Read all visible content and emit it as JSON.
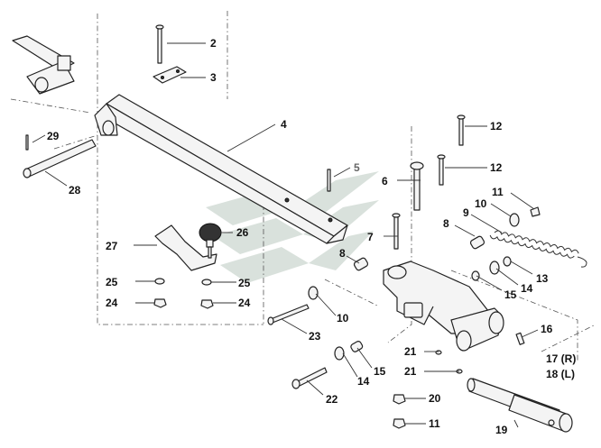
{
  "labels": {
    "l2": "2",
    "l3": "3",
    "l4": "4",
    "l5": "5",
    "l6": "6",
    "l7": "7",
    "l8a": "8",
    "l8b": "8",
    "l9": "9",
    "l10a": "10",
    "l10b": "10",
    "l11a": "11",
    "l11b": "11",
    "l12a": "12",
    "l12b": "12",
    "l13": "13",
    "l14a": "14",
    "l14b": "14",
    "l15a": "15",
    "l15b": "15",
    "l16": "16",
    "l17": "17 (R)",
    "l18": "18 (L)",
    "l19": "19",
    "l20": "20",
    "l21a": "21",
    "l21b": "21",
    "l22": "22",
    "l23": "23",
    "l24a": "24",
    "l24b": "24",
    "l25a": "25",
    "l25b": "25",
    "l26": "26",
    "l27": "27",
    "l28": "28",
    "l29": "29"
  },
  "colors": {
    "watermark": "#b9c9c0",
    "line": "#222222"
  }
}
